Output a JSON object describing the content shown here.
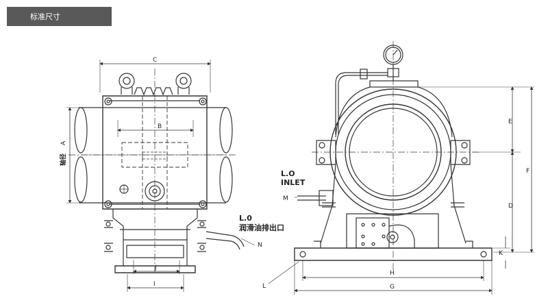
{
  "header": {
    "title": "标准尺寸"
  },
  "dimensions": {
    "A": "A",
    "B": "B",
    "C": "C",
    "D": "D",
    "E": "E",
    "F": "F",
    "G": "G",
    "H": "H",
    "I": "I",
    "J": "J",
    "K": "K",
    "L": "L",
    "M": "M",
    "N": "N"
  },
  "labels": {
    "shaft_diameter": "轴径",
    "lo_outlet_code": "L.0",
    "lo_outlet_cn": "润滑油排出口",
    "lo_inlet_1": "L.O",
    "lo_inlet_2": "INLET"
  }
}
